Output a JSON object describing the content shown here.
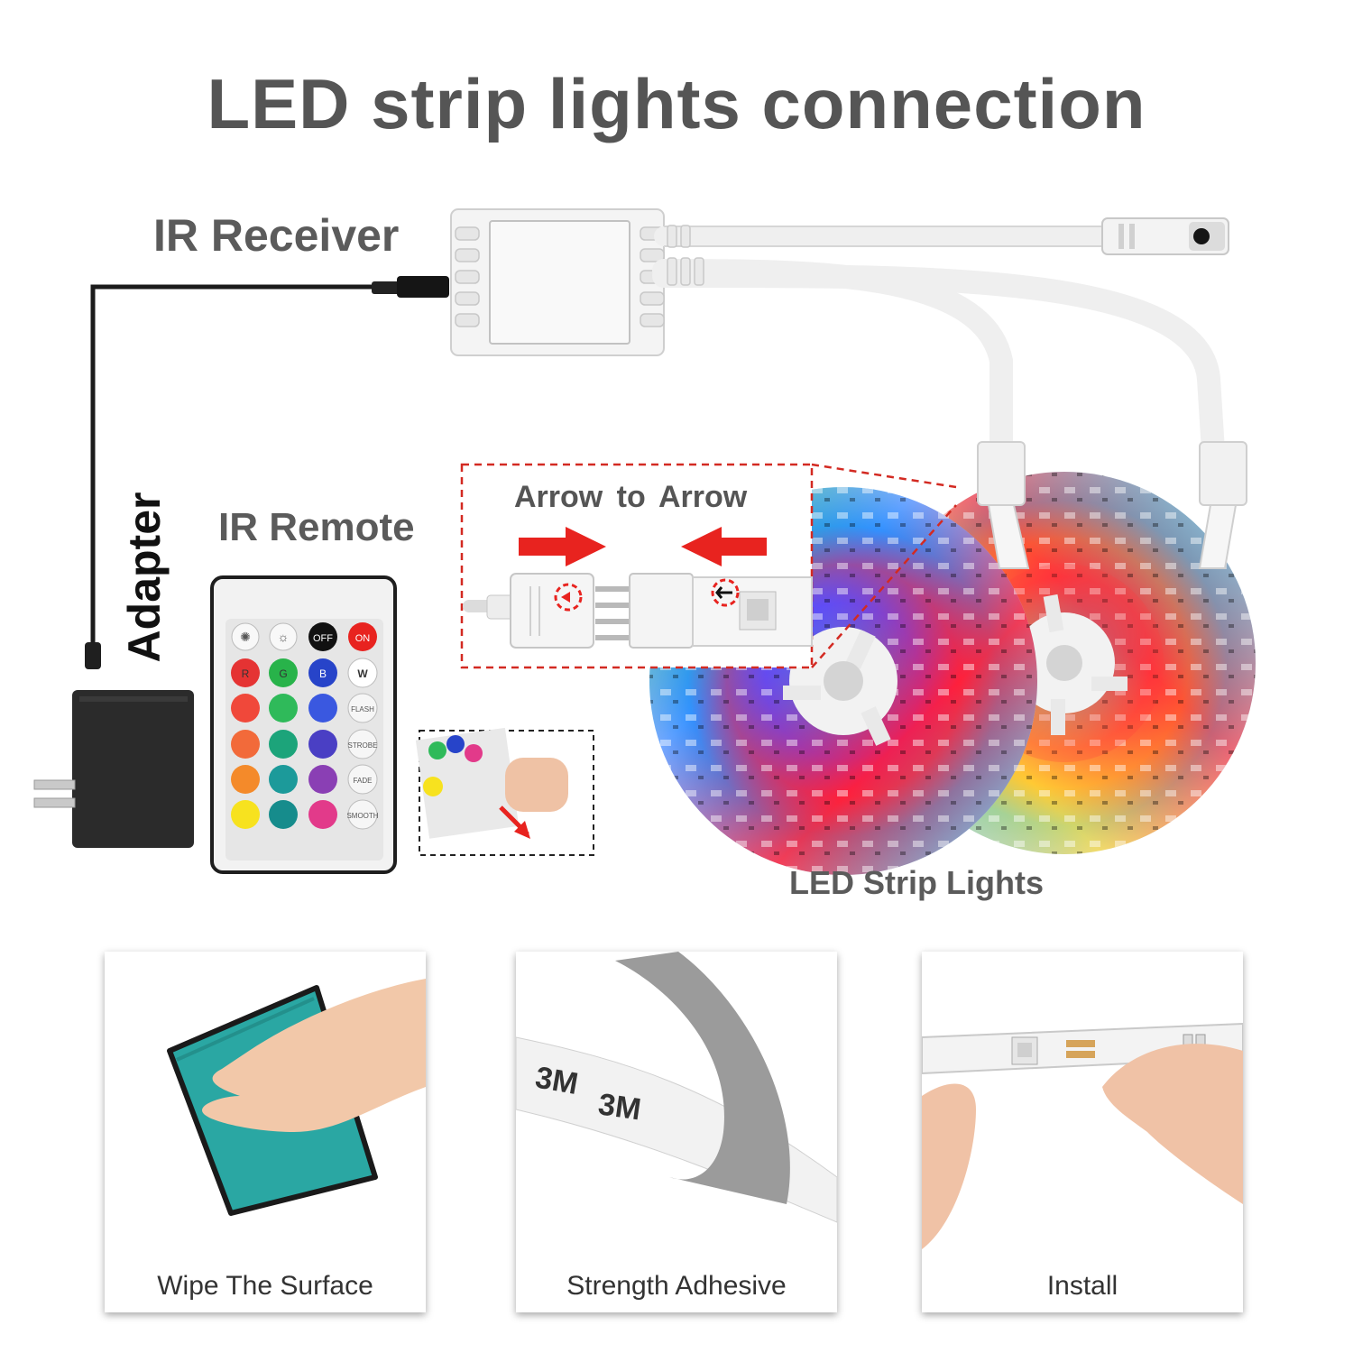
{
  "title": "LED strip lights connection",
  "labels": {
    "ir_receiver": "IR Receiver",
    "ir_remote": "IR Remote",
    "adapter": "Adapter",
    "led_strip": "LED Strip Lights",
    "arrow_to_arrow": "Arrow to  Arrow"
  },
  "remote": {
    "buttons_top": [
      "OFF",
      "ON"
    ],
    "color_letters": [
      "R",
      "G",
      "B",
      "W"
    ],
    "modes": [
      "FLASH",
      "STROBE",
      "FADE",
      "SMOOTH"
    ]
  },
  "steps": [
    {
      "caption": "Wipe The Surface"
    },
    {
      "caption": "Strength Adhesive",
      "tape_text": "3M"
    },
    {
      "caption": "Install"
    }
  ],
  "colors": {
    "accent_red": "#e8231f",
    "text_gray": "#555555",
    "towel": "#2aa7a3",
    "adapter": "#2b2b2b"
  }
}
